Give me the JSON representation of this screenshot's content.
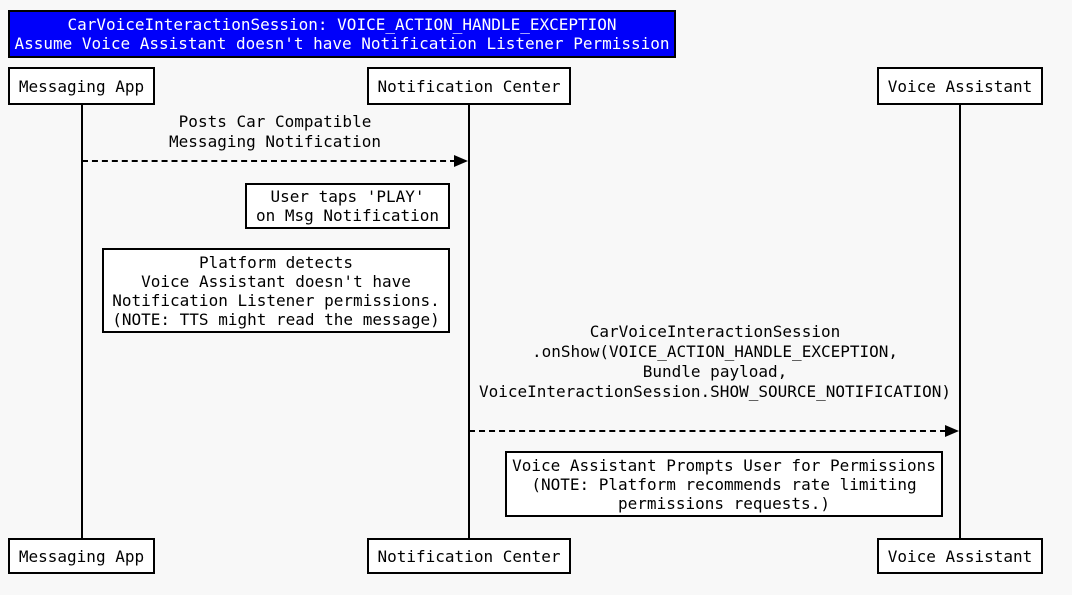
{
  "colors": {
    "background": "#f8f8f8",
    "title_bg": "#0000fa",
    "title_text": "#ffffff",
    "line_color": "#000000",
    "box_bg": "#ffffff",
    "text_color": "#000000"
  },
  "title": {
    "line1": "CarVoiceInteractionSession: VOICE_ACTION_HANDLE_EXCEPTION",
    "line2": "Assume Voice Assistant doesn't have Notification Listener Permission"
  },
  "participants": [
    {
      "label": "Messaging App"
    },
    {
      "label": "Notification Center"
    },
    {
      "label": "Voice Assistant"
    }
  ],
  "messages": [
    {
      "from": "Messaging App",
      "to": "Notification Center",
      "arrow_style": "dashed",
      "lines": [
        "Posts Car Compatible",
        "Messaging Notification"
      ]
    },
    {
      "from": "Notification Center",
      "to": "Voice Assistant",
      "arrow_style": "dashed",
      "lines": [
        "CarVoiceInteractionSession",
        ".onShow(VOICE_ACTION_HANDLE_EXCEPTION,",
        "Bundle payload,",
        "VoiceInteractionSession.SHOW_SOURCE_NOTIFICATION)"
      ]
    }
  ],
  "notes": [
    {
      "lines": [
        "User taps 'PLAY'",
        "on Msg Notification"
      ]
    },
    {
      "lines": [
        "Platform detects",
        "Voice Assistant doesn't have",
        "Notification Listener permissions.",
        "(NOTE: TTS might read the message)"
      ]
    },
    {
      "lines": [
        "Voice Assistant Prompts User for Permissions",
        "(NOTE: Platform recommends rate limiting",
        "permissions requests.)"
      ]
    }
  ]
}
